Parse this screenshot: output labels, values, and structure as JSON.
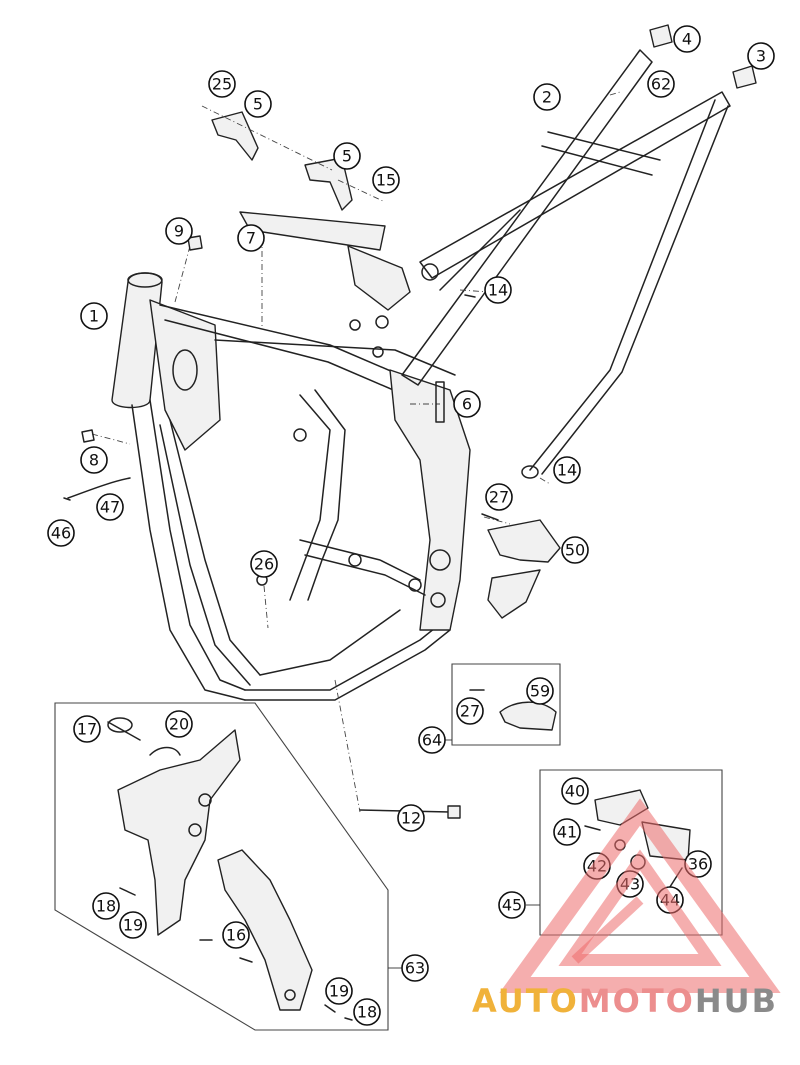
{
  "diagram": {
    "callouts": [
      "1",
      "2",
      "3",
      "4",
      "5",
      "5",
      "6",
      "7",
      "8",
      "9",
      "12",
      "14",
      "14",
      "15",
      "16",
      "17",
      "18",
      "18",
      "19",
      "19",
      "20",
      "25",
      "26",
      "27",
      "27",
      "36",
      "40",
      "41",
      "42",
      "43",
      "44",
      "45",
      "46",
      "47",
      "50",
      "59",
      "62",
      "63",
      "64"
    ]
  },
  "watermark": {
    "word_part1": "AUTO",
    "word_part2": "MOTO",
    "word_part3": "HUB",
    "colors": {
      "yellow": "#f0b23a",
      "pink": "#ec8e8e",
      "gray": "#8a8a8a"
    }
  }
}
